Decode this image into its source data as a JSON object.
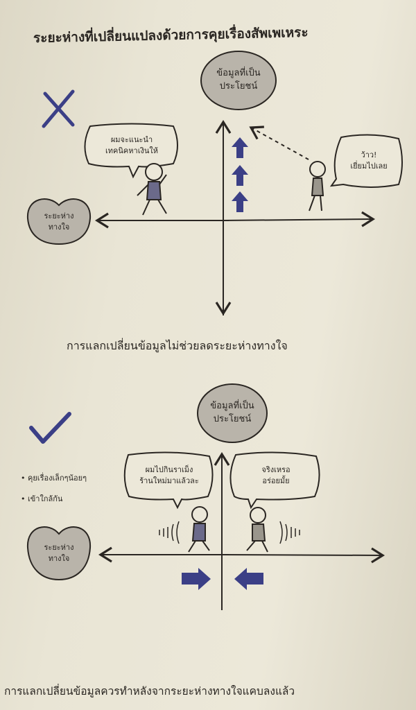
{
  "title": "ระยะห่างที่เปลี่ยนแปลงด้วยการคุยเรื่องสัพเพเหระ",
  "colors": {
    "accent_blue": "#3b3f86",
    "node_gray": "#b9b4aa",
    "ink": "#2a2622"
  },
  "diagram_bad": {
    "mark_icon": "cross-icon",
    "top_node": {
      "line1": "ข้อมูลที่เป็น",
      "line2": "ประโยชน์"
    },
    "left_node": {
      "line1": "ระยะห่าง",
      "line2": "ทางใจ"
    },
    "speech_left": {
      "line1": "ผมจะแนะนำ",
      "line2": "เทคนิคหาเงินให้"
    },
    "speech_right": {
      "line1": "ว้าว!",
      "line2": "เยี่ยมไปเลย"
    },
    "caption": "การแลกเปลี่ยนข้อมูลไม่ช่วยลดระยะห่างทางใจ"
  },
  "diagram_good": {
    "mark_icon": "check-icon",
    "bullets": [
      "คุยเรื่องเล็กๆน้อยๆ",
      "เข้าใกล้กัน"
    ],
    "top_node": {
      "line1": "ข้อมูลที่เป็น",
      "line2": "ประโยชน์"
    },
    "left_node": {
      "line1": "ระยะห่าง",
      "line2": "ทางใจ"
    },
    "speech_left": {
      "line1": "ผมไปกินราเม็ง",
      "line2": "ร้านใหม่มาแล้วละ"
    },
    "speech_right": {
      "line1": "จริงเหรอ",
      "line2": "อร่อยมั้ย"
    },
    "caption": "การแลกเปลี่ยนข้อมูลควรทำหลังจากระยะห่างทางใจแคบลงแล้ว"
  }
}
